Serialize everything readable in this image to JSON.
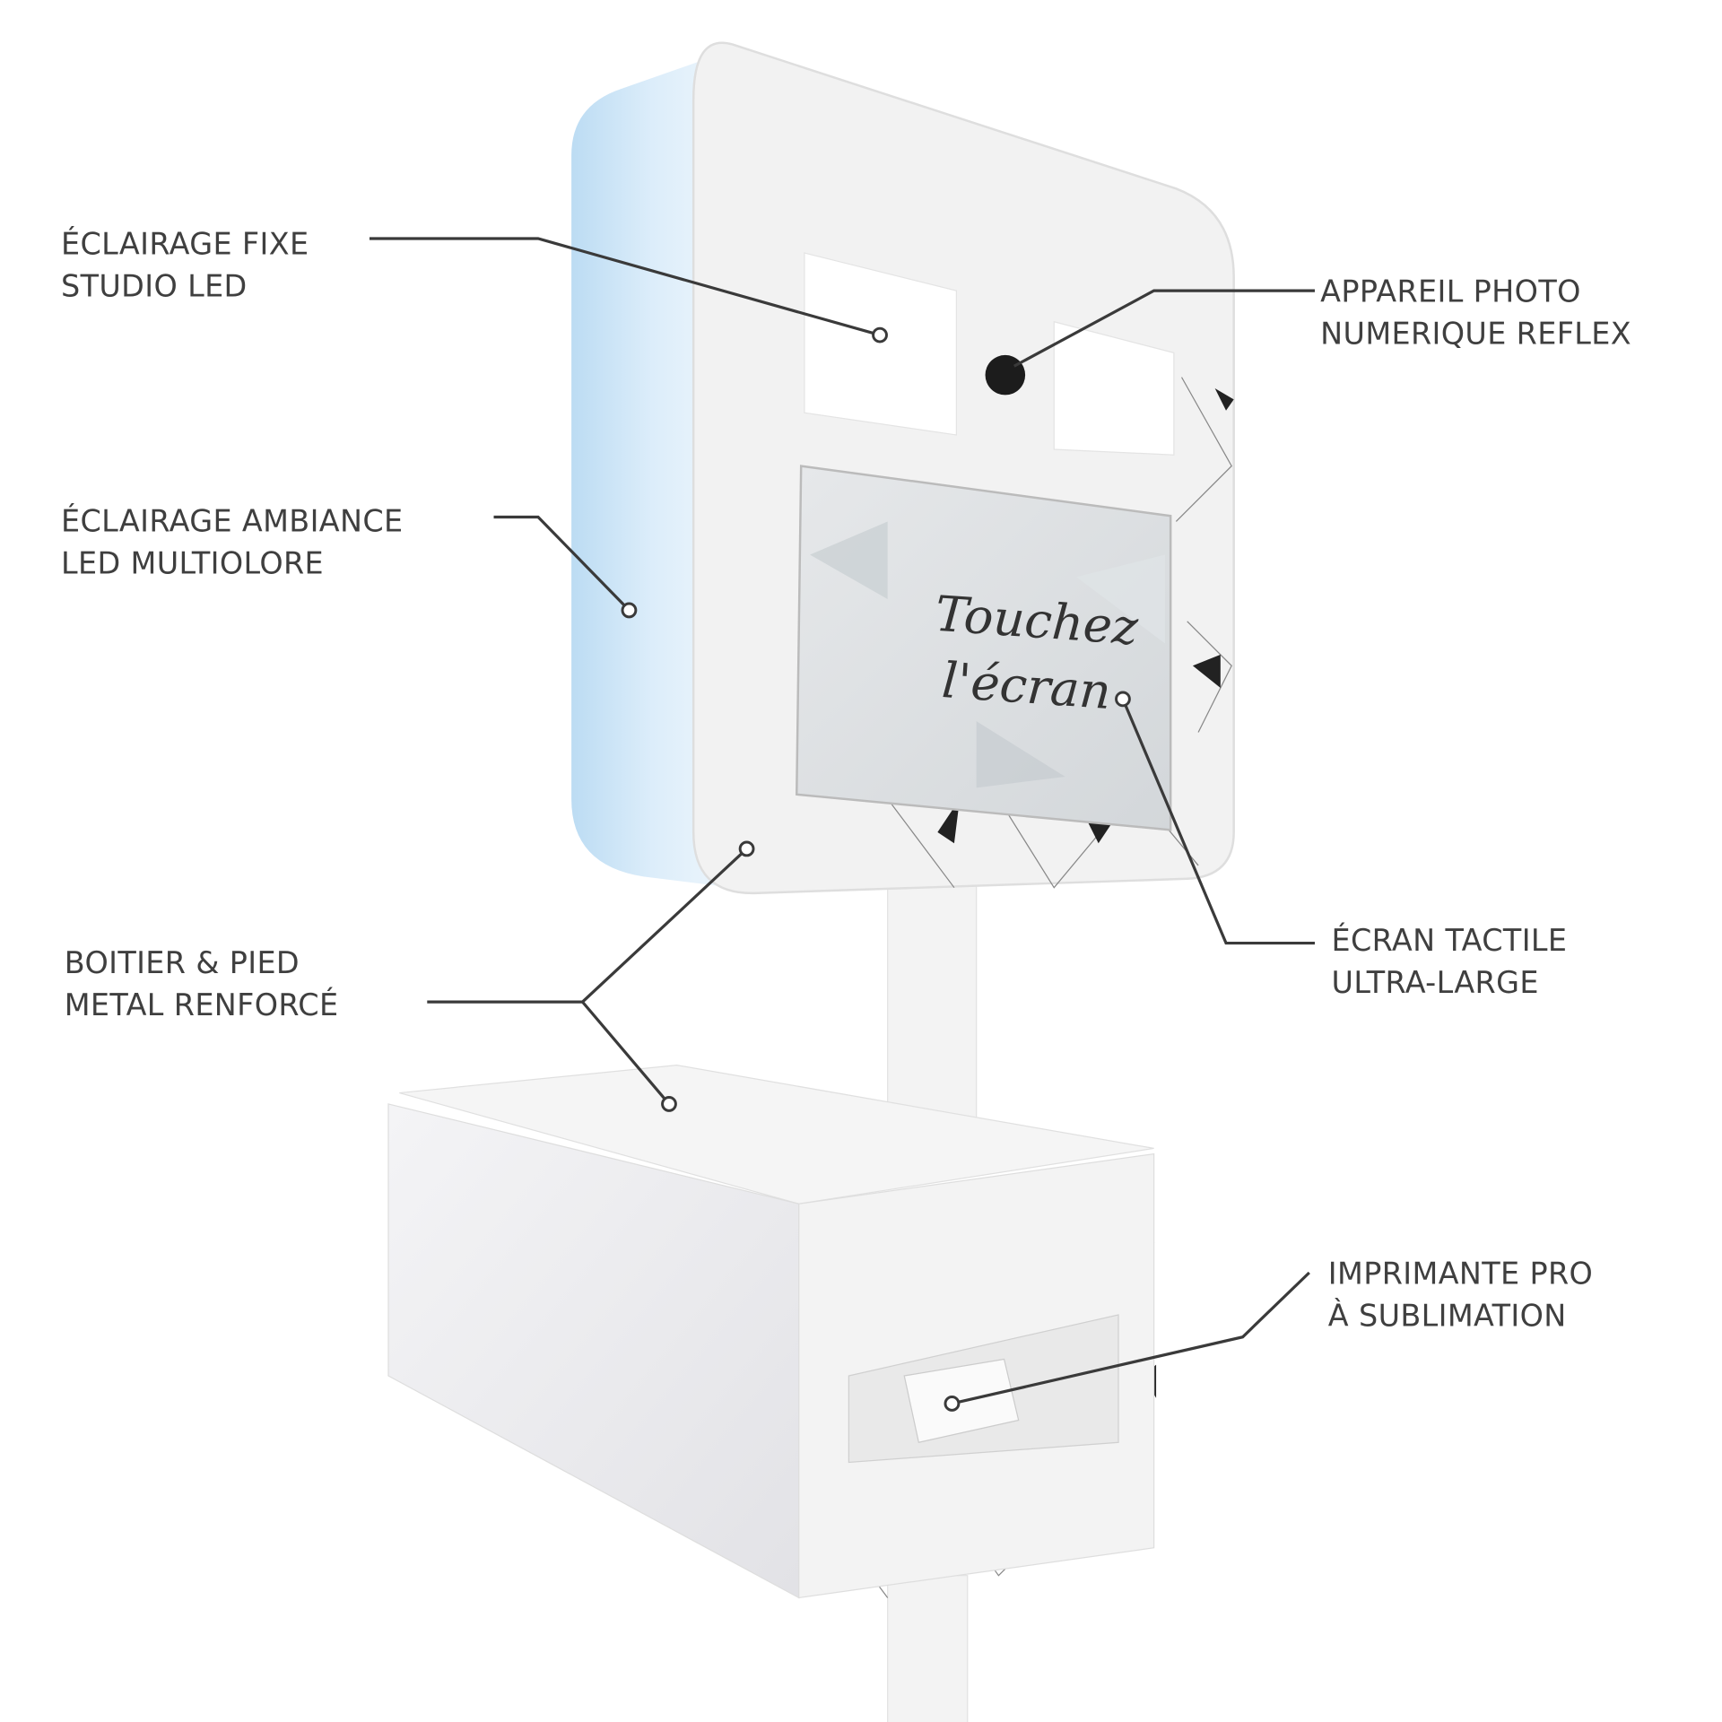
{
  "callouts": {
    "studio_led": {
      "line1": "ÉCLAIRAGE FIXE",
      "line2": "STUDIO LED"
    },
    "ambiance_led": {
      "line1": "ÉCLAIRAGE AMBIANCE",
      "line2": "LED MULTIOLORE"
    },
    "housing": {
      "line1": "BOITIER & PIED",
      "line2": "METAL RENFORCÉ"
    },
    "camera": {
      "line1": "APPAREIL PHOTO",
      "line2": "NUMERIQUE REFLEX"
    },
    "touchscreen": {
      "line1": "ÉCRAN TACTILE",
      "line2": "ULTRA-LARGE"
    },
    "printer": {
      "line1": "IMPRIMANTE PRO",
      "line2": "À SUBLIMATION"
    }
  },
  "screen": {
    "line1": "Touchez",
    "line2": "l'écran"
  },
  "colors": {
    "ambient_led": "#cfe6f7",
    "body": "#f1f1f1",
    "line": "#3a3a3a"
  }
}
